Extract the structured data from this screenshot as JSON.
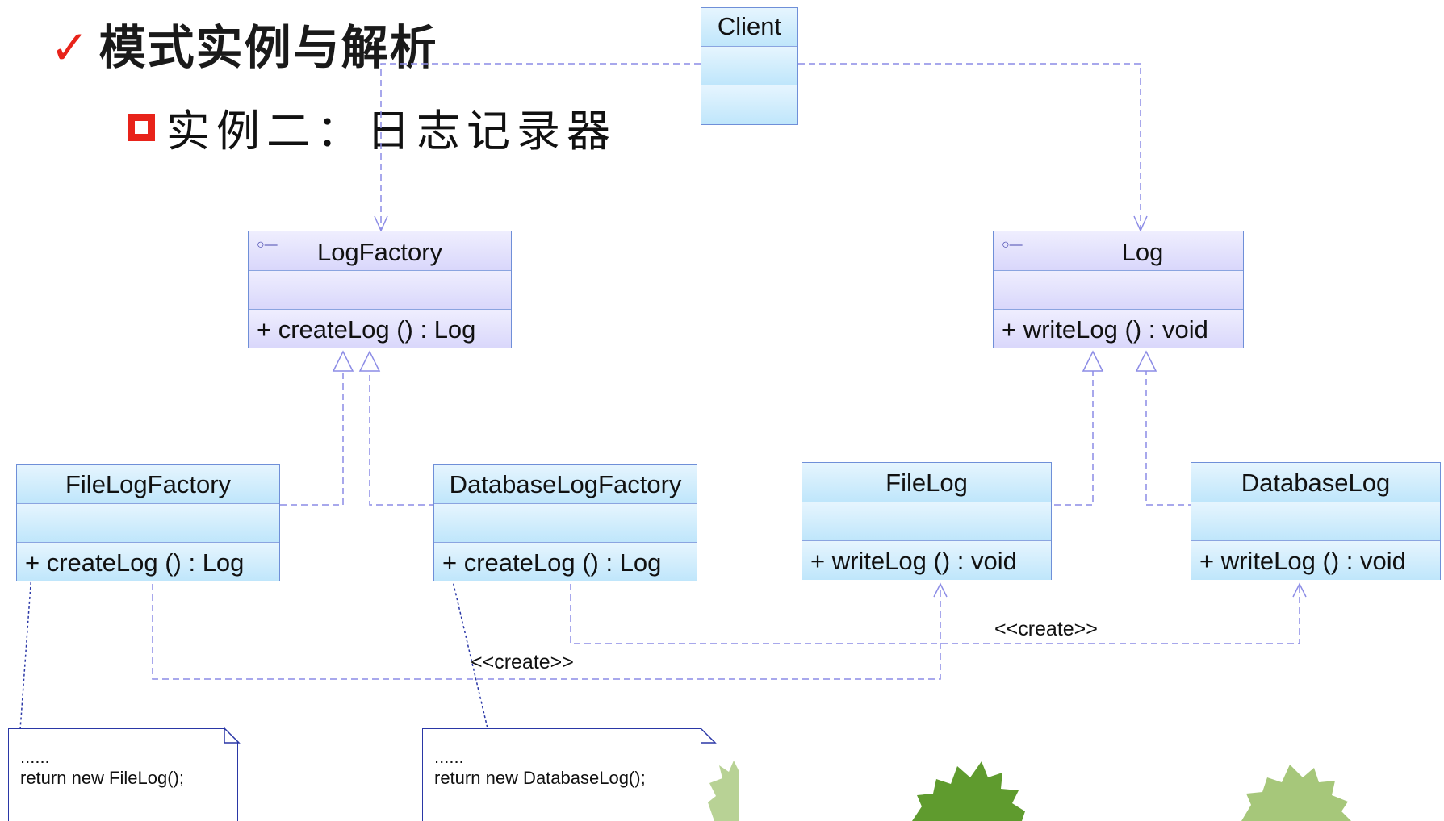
{
  "title": {
    "check": "✓",
    "text": "模式实例与解析"
  },
  "subtitle": {
    "text": "实例二：日志记录器"
  },
  "classes": {
    "client": {
      "name": "Client"
    },
    "logfactory": {
      "name": "LogFactory",
      "op": "+  createLog () : Log"
    },
    "log": {
      "name": "Log",
      "op": "+  writeLog () : void"
    },
    "filelogfactory": {
      "name": "FileLogFactory",
      "op": "+  createLog () : Log"
    },
    "databaselogfactory": {
      "name": "DatabaseLogFactory",
      "op": "+  createLog () : Log"
    },
    "filelog": {
      "name": "FileLog",
      "op": "+  writeLog () : void"
    },
    "databaselog": {
      "name": "DatabaseLog",
      "op": "+  writeLog () : void"
    }
  },
  "stereotypes": {
    "create1": "<<create>>",
    "create2": "<<create>>"
  },
  "notes": {
    "note1": {
      "dots": "......",
      "code": "return new FileLog();"
    },
    "note2": {
      "dots": "......",
      "code": "return new DatabaseLog();"
    }
  },
  "colors": {
    "accent": "#e8231a",
    "class_border": "#6f8fd8",
    "line": "#8c8ce6"
  }
}
